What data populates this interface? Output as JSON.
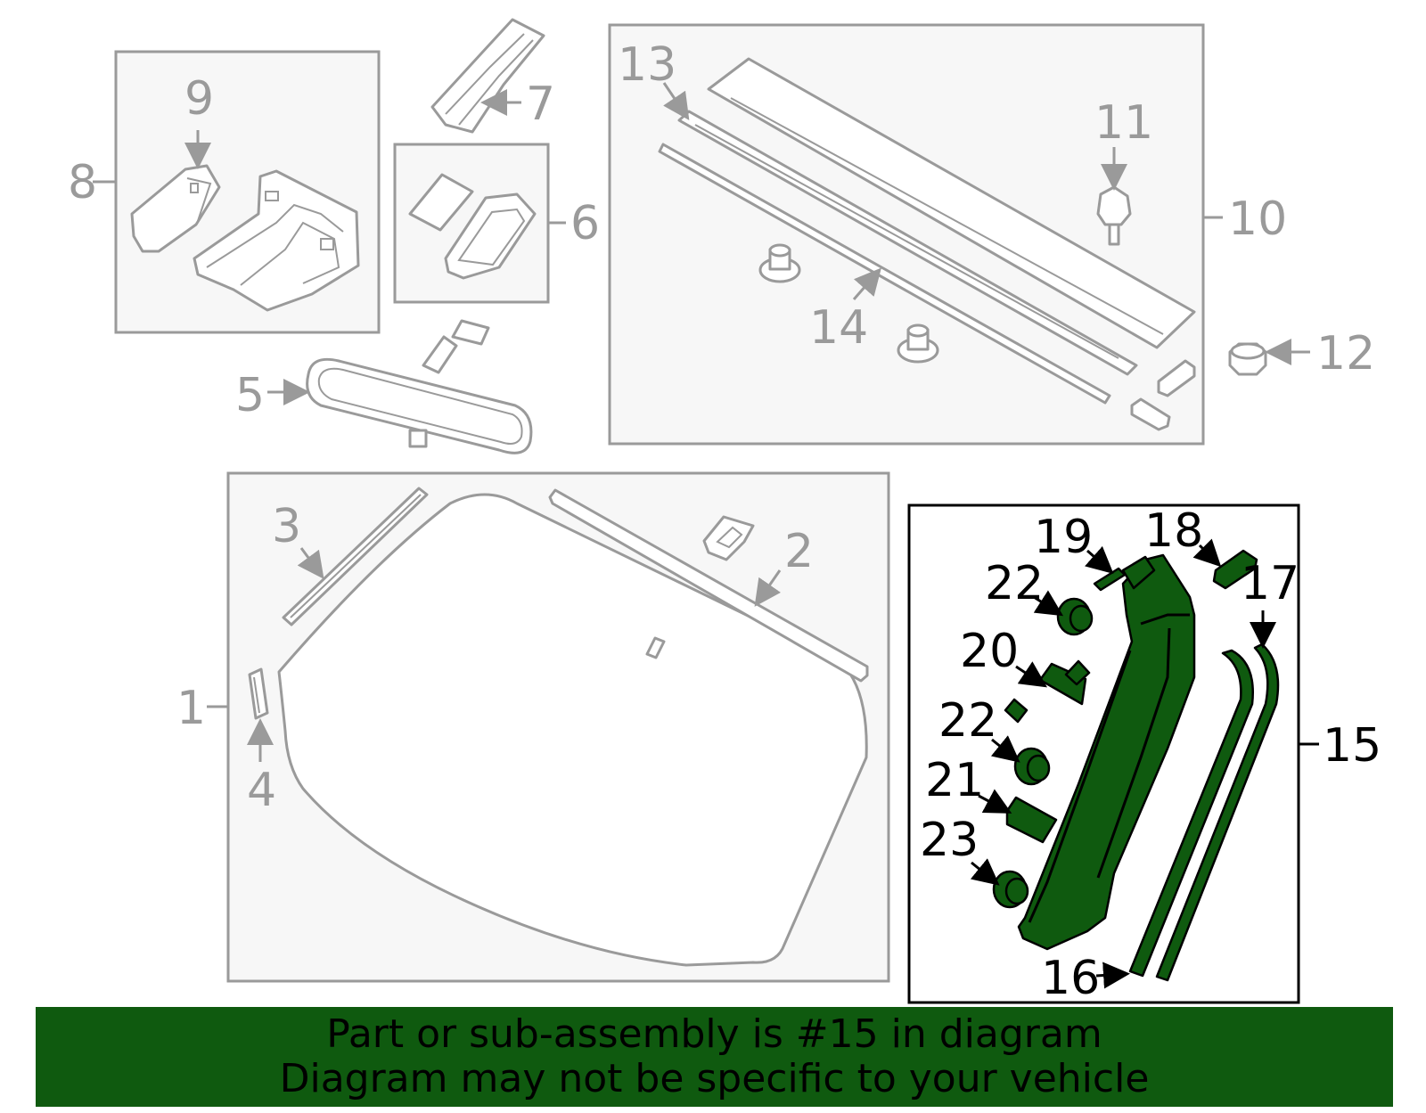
{
  "callouts": {
    "c1": "1",
    "c2": "2",
    "c3": "3",
    "c4": "4",
    "c5": "5",
    "c6": "6",
    "c7": "7",
    "c8": "8",
    "c9": "9",
    "c10": "10",
    "c11": "11",
    "c12": "12",
    "c13": "13",
    "c14": "14",
    "c15": "15",
    "c16": "16",
    "c17": "17",
    "c18": "18",
    "c19": "19",
    "c20": "20",
    "c21": "21",
    "c22a": "22",
    "c22b": "22",
    "c23": "23"
  },
  "highlight_color": "#0f5a0f",
  "banner": {
    "line1": "Part or sub-assembly is #15 in diagram",
    "line2": "Diagram may not be specific to your vehicle"
  }
}
